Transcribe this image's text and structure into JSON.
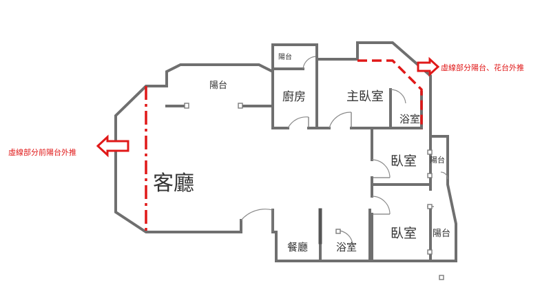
{
  "rooms": {
    "balcony_top": "陽台",
    "balcony_small": "陽台",
    "kitchen": "廚房",
    "master_bedroom": "主臥室",
    "master_bath": "浴室",
    "living_room": "客廳",
    "bedroom_1": "臥室",
    "balcony_right_1": "陽台",
    "bedroom_2": "臥室",
    "balcony_right_2": "陽台",
    "dining": "餐廳",
    "bath": "浴室"
  },
  "notes": {
    "left": "虛線部分前陽台外推",
    "right": "虛線部分陽台、花台外推"
  },
  "colors": {
    "wall": "#6f6f6f",
    "annotation": "#e01818"
  }
}
